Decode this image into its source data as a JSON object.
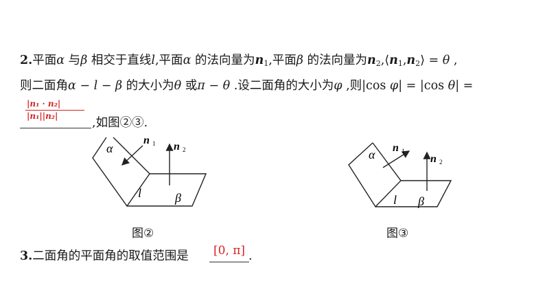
{
  "item2": {
    "num": "2.",
    "t1": "平面",
    "alpha": "α",
    "t2": " 与",
    "beta": "β",
    "t3": " 相交于直线",
    "l": "l",
    "t4": ",平面",
    "t5": " 的法向量为",
    "n1": "n",
    "s1": "1",
    "t6": ",平面",
    "t7": " 的法向量为",
    "n2": "n",
    "s2": "2",
    "t8": ",⟨",
    "t9": ",",
    "t10": "⟩ = ",
    "theta": "θ",
    "t11": " ,"
  },
  "line2": {
    "t1": "则二面角",
    "expr": "α − l − β",
    "t2": " 的大小为",
    "theta": "θ",
    "t3": " 或",
    "pi_theta": "π − θ",
    "t4": " .设二面角的大小为",
    "phi": "φ",
    "t5": " ,则|cos ",
    "phi2": "φ",
    "t6": "| = |cos ",
    "theta2": "θ",
    "t7": "| ="
  },
  "answer_fraction": {
    "numerator": "|n₁ · n₂|",
    "denominator": "|n₁||n₂|"
  },
  "line3_suffix": ",如图②③.",
  "figure2": {
    "caption": "图②",
    "alpha": "α",
    "beta": "β",
    "l": "l",
    "n1": "n",
    "s1": "1",
    "n2": "n",
    "s2": "2"
  },
  "figure3": {
    "caption": "图③",
    "alpha": "α",
    "beta": "β",
    "l": "l",
    "n1": "n",
    "s1": "1",
    "n2": "n",
    "s2": "2"
  },
  "item3": {
    "num": "3.",
    "text": "二面角的平面角的取值范围是",
    "answer": "[0, π]",
    "end": "."
  }
}
